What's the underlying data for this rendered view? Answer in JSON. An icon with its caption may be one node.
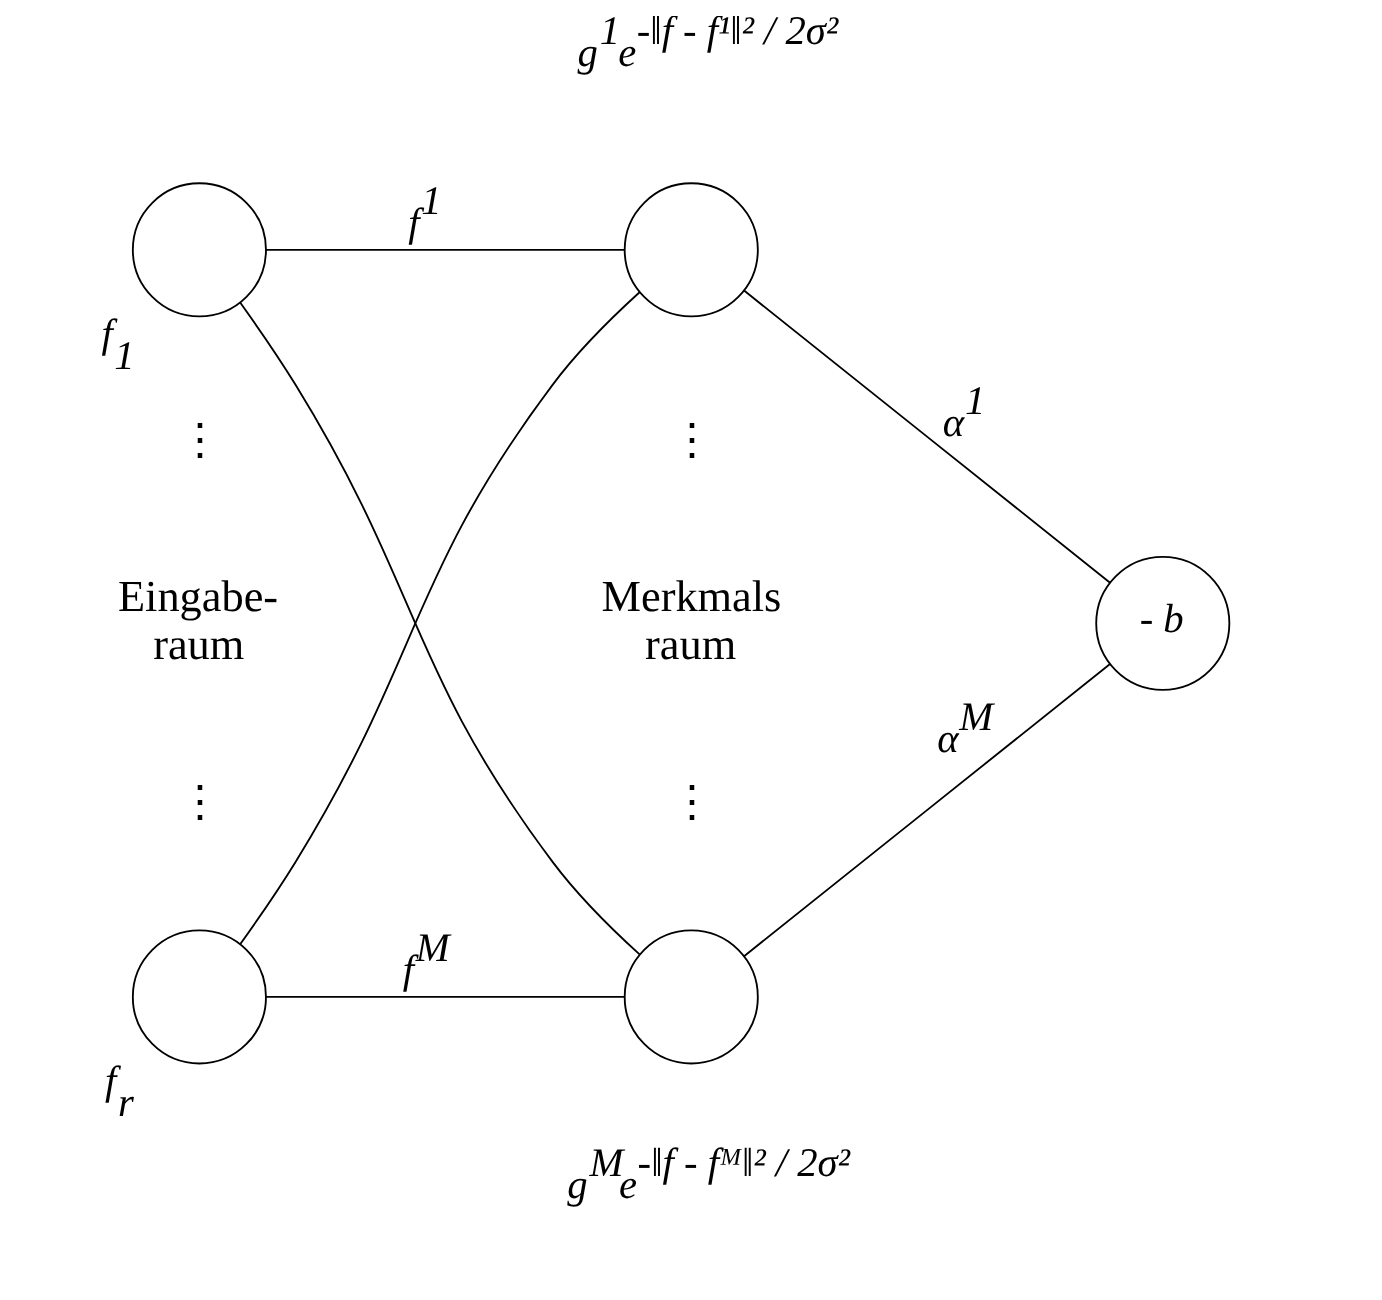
{
  "diagram": {
    "nodes": [
      {
        "text": [],
        "shape": "circle",
        "beside": [
          "f$_{1}$"
        ]
      },
      {
        "text": [],
        "shape": "circle",
        "beside": [
          "f$_{r}$"
        ]
      },
      {
        "text": [],
        "shape": "circle",
        "beside": [
          "g$^{1}$e$^{-‖f - f¹‖² / 2σ²}$"
        ]
      },
      {
        "text": [],
        "shape": "circle",
        "beside": [
          "g$^{M}$e$^{-‖f - fᴹ‖² / 2σ²}$"
        ]
      },
      {
        "text": [
          "- b"
        ]
      }
    ],
    "edges": [
      {
        "from": 0,
        "to": 2,
        "arrow": "none",
        "label": "f$^{1}$"
      },
      {
        "from": 0,
        "to": 3,
        "arrow": "none"
      },
      {
        "from": 1,
        "to": 2,
        "arrow": "none"
      },
      {
        "from": 1,
        "to": 3,
        "arrow": "none",
        "label": "f$^{M}$"
      },
      {
        "from": 2,
        "to": 4,
        "arrow": "none",
        "label": "α$^{1}$"
      },
      {
        "from": 3,
        "to": 4,
        "arrow": "none",
        "label": "α$^{M}$"
      }
    ],
    "labels": [
      "⋮",
      "Eingabe- raum",
      "⋮",
      "⋮",
      "Merkmals raum",
      "⋮"
    ]
  }
}
